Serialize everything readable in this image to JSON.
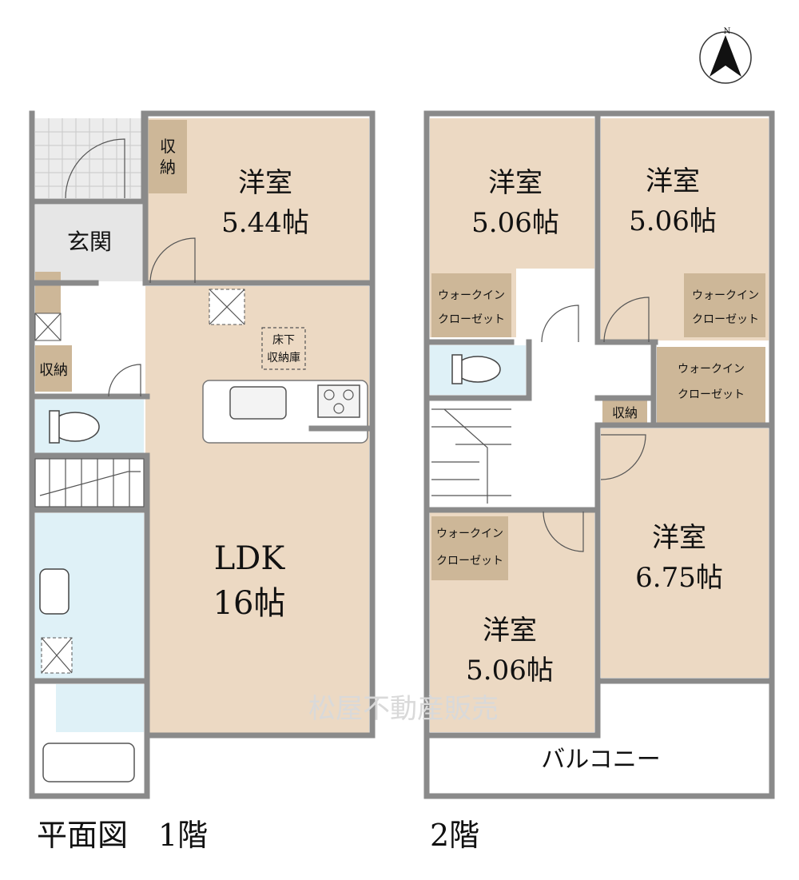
{
  "north_label": "N",
  "watermark": "松屋不動産販売",
  "floor1": {
    "caption": "平面図　1階",
    "rooms": {
      "bedroom_name": "洋室",
      "bedroom_size": "5.44帖",
      "storage_small_1": "収",
      "storage_small_2": "納",
      "entrance": "玄関",
      "storage_side": "収納",
      "underfloor_1": "床下",
      "underfloor_2": "収納庫",
      "ldk_name": "LDK",
      "ldk_size": "16帖"
    }
  },
  "floor2": {
    "caption": "2階",
    "rooms": {
      "room_a_name": "洋室",
      "room_a_size": "5.06帖",
      "room_b_name": "洋室",
      "room_b_size": "5.06帖",
      "room_c_name": "洋室",
      "room_c_size": "6.75帖",
      "room_d_name": "洋室",
      "room_d_size": "5.06帖",
      "wic_a_1": "ウォークイン",
      "wic_a_2": "クローゼット",
      "wic_b_1": "ウォークイン",
      "wic_b_2": "クローゼット",
      "wic_c_1": "ウォークイン",
      "wic_c_2": "クローゼット",
      "wic_d_1": "ウォークイン",
      "wic_d_2": "クローゼット",
      "storage": "収納",
      "balcony": "バルコニー"
    }
  }
}
